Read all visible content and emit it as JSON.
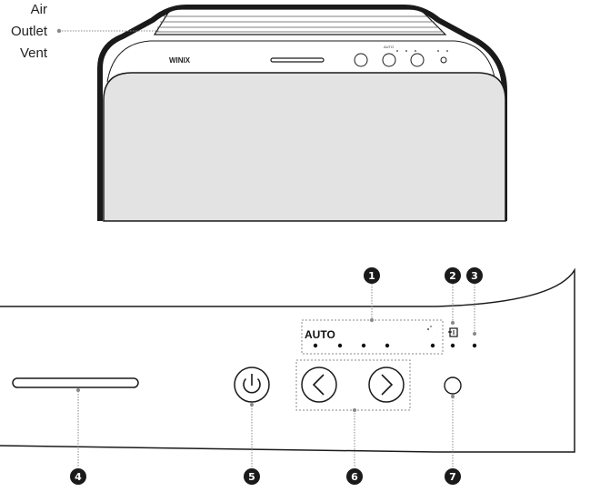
{
  "labels": {
    "air_outlet_line1": "Air",
    "air_outlet_line2": "Outlet",
    "air_outlet_line3": "Vent"
  },
  "brand": "WINIX",
  "panel": {
    "auto_label": "AUTO",
    "mini_auto_label": "AUTO"
  },
  "callouts": [
    "1",
    "2",
    "3",
    "4",
    "5",
    "6",
    "7"
  ],
  "icons": {
    "sleep": "moon-icon",
    "filter": "filter-icon",
    "power": "power-icon",
    "left": "chevron-left-icon",
    "right": "chevron-right-icon",
    "sensor": "sensor-button"
  },
  "colors": {
    "line": "#1a1a1a",
    "body_fill": "#e3e3e3",
    "callout_fill": "#1a1a1a",
    "leader": "#888888"
  }
}
